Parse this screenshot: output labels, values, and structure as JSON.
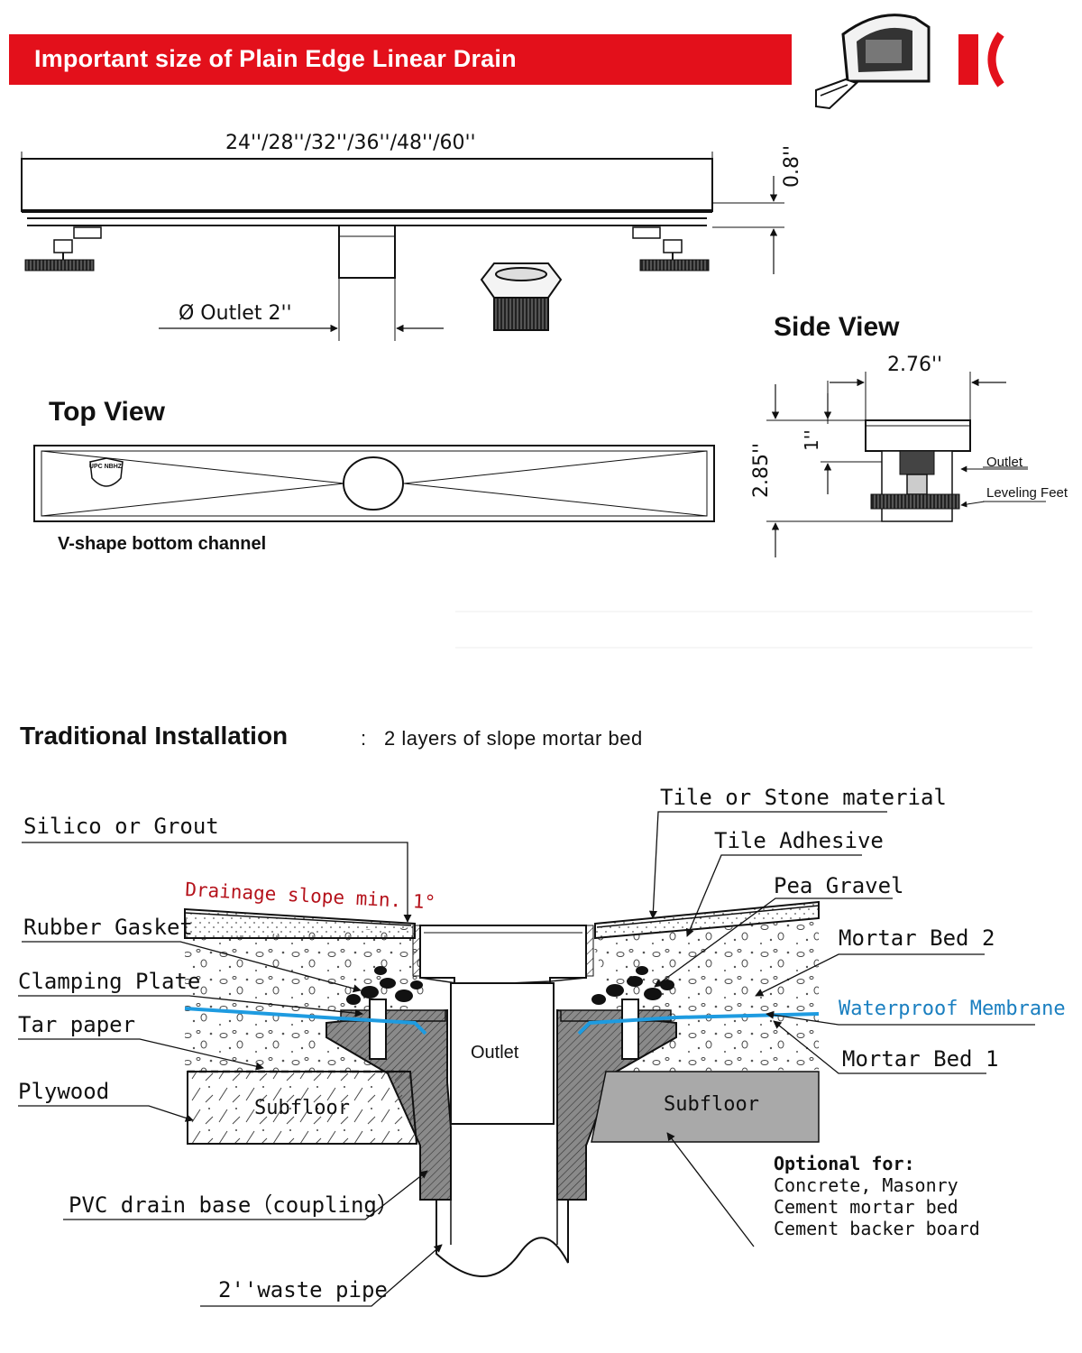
{
  "banner": {
    "title": "Important size of Plain Edge Linear Drain",
    "color": "#e3101b"
  },
  "front_view": {
    "length_label": "24''/28''/32''/36''/48''/60''",
    "height_label": "0.8''",
    "outlet_label": "Ø Outlet 2''"
  },
  "top_view": {
    "heading": "Top View",
    "caption": "V-shape bottom channel",
    "logo_text": "UPC NBHZ"
  },
  "side_view": {
    "heading": "Side View",
    "width_label": "2.76''",
    "depth_label": "1''",
    "height_label": "2.85''",
    "outlet_label": "Outlet",
    "leveling_label": "Leveling Feet"
  },
  "installation": {
    "heading": "Traditional Installation",
    "separator": ":",
    "subheading": "2 layers of slope mortar bed",
    "labels": {
      "silico": "Silico  or  Grout",
      "slope": "Drainage slope min. 1°",
      "rubber_gasket": "Rubber  Gasket",
      "clamping_plate": "Clamping  Plate",
      "tar_paper": "Tar  paper",
      "plywood": "Plywood",
      "subfloor_left": "Subfloor",
      "pvc_base": "PVC  drain  base（coupling）",
      "waste_pipe": "2''waste  pipe",
      "outlet": "Outlet",
      "tile_stone": "Tile  or  Stone  material",
      "tile_adhesive": "Tile  Adhesive",
      "pea_gravel": "Pea  Gravel",
      "mortar_bed_2": "Mortar  Bed  2",
      "waterproof_membrane": "Waterproof  Membrane",
      "mortar_bed_1": "Mortar  Bed  1",
      "subfloor_right": "Subfloor"
    },
    "optional": {
      "title": "Optional for:",
      "items": [
        "Concrete, Masonry",
        "Cement mortar bed",
        "Cement backer board"
      ]
    },
    "colors": {
      "slope_label": "#b5121b",
      "membrane": "#1e9be0",
      "membrane_label": "#1a7fc0",
      "subfloor_right_fill": "#a9a9a9",
      "pvc_fill": "#777777"
    }
  }
}
